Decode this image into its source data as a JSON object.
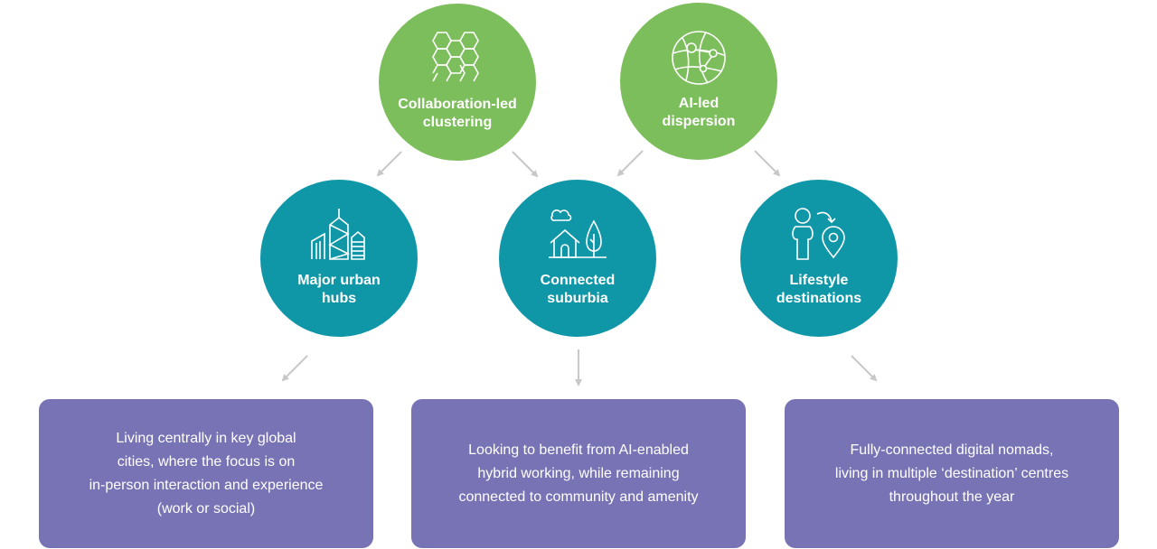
{
  "top_nodes": [
    {
      "label_line1": "Collaboration-led",
      "label_line2": "clustering",
      "icon": "hexagon-cluster-icon"
    },
    {
      "label_line1": "AI-led",
      "label_line2": "dispersion",
      "icon": "network-globe-icon"
    }
  ],
  "middle_nodes": [
    {
      "label_line1": "Major urban",
      "label_line2": "hubs",
      "icon": "city-buildings-icon"
    },
    {
      "label_line1": "Connected",
      "label_line2": "suburbia",
      "icon": "house-tree-icon"
    },
    {
      "label_line1": "Lifestyle",
      "label_line2": "destinations",
      "icon": "person-location-icon"
    }
  ],
  "descriptions": [
    {
      "text": "Living centrally in key global\ncities, where the focus is on\nin-person interaction and experience\n(work or social)"
    },
    {
      "text": "Looking to benefit from AI-enabled\nhybrid working, while remaining\nconnected to community and amenity"
    },
    {
      "text": "Fully-connected digital nomads,\nliving in multiple ‘destination’ centres\nthroughout the year"
    }
  ],
  "colors": {
    "top_node": "#7dbe5c",
    "middle_node": "#0f97a8",
    "description_box": "#7873b4",
    "arrow": "#c8c8c8"
  }
}
